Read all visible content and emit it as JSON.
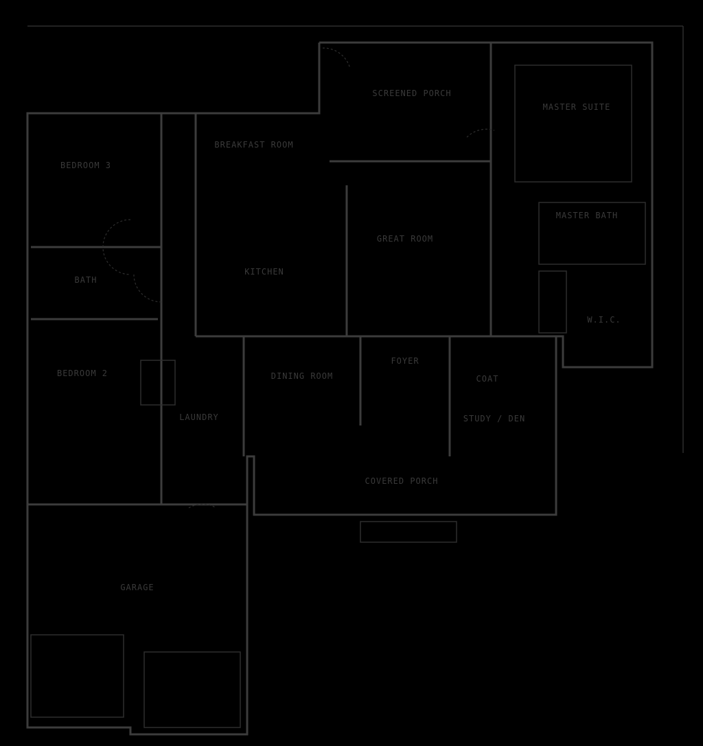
{
  "plan": {
    "rooms": {
      "bedroom3": "BEDROOM 3",
      "breakfast": "BREAKFAST ROOM",
      "screened_porch": "SCREENED PORCH",
      "master_suite": "MASTER SUITE",
      "bath": "BATH",
      "kitchen": "KITCHEN",
      "great_room": "GREAT ROOM",
      "master_bath": "MASTER BATH",
      "wic": "W.I.C.",
      "bedroom2": "BEDROOM 2",
      "dining": "DINING ROOM",
      "foyer": "FOYER",
      "coat": "COAT",
      "study": "STUDY / DEN",
      "laundry": "LAUNDRY",
      "covered_porch": "COVERED PORCH",
      "garage": "GARAGE"
    }
  }
}
